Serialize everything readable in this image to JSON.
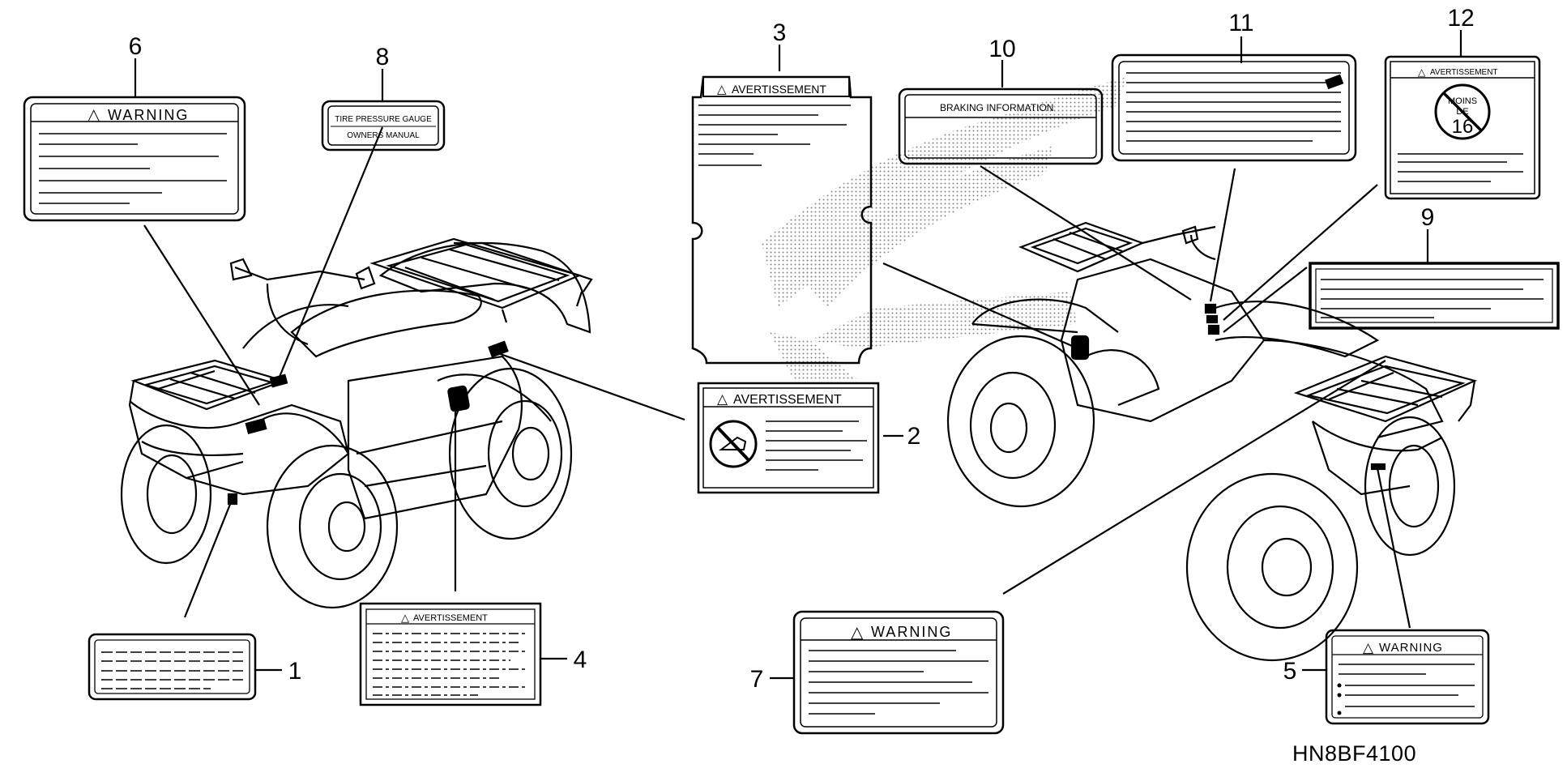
{
  "diagram": {
    "code": "HN8BF4100",
    "callouts": [
      "1",
      "2",
      "3",
      "4",
      "5",
      "6",
      "7",
      "8",
      "9",
      "10",
      "11",
      "12"
    ],
    "labels": {
      "warning_6": "WARNING",
      "warning_7": "WARNING",
      "warning_5": "WARNING",
      "avert_3": "AVERTISSEMENT",
      "avert_2": "AVERTISSEMENT",
      "avert_4": "AVERTISSEMENT",
      "avert_12": "AVERTISSEMENT",
      "tire_line1": "TIRE PRESSURE GAUGE",
      "tire_line2": "OWNERS MANUAL",
      "braking": "BRAKING INFORMATION",
      "age_line1": "MOINS",
      "age_line2": "DE",
      "age_line3": "16"
    }
  }
}
